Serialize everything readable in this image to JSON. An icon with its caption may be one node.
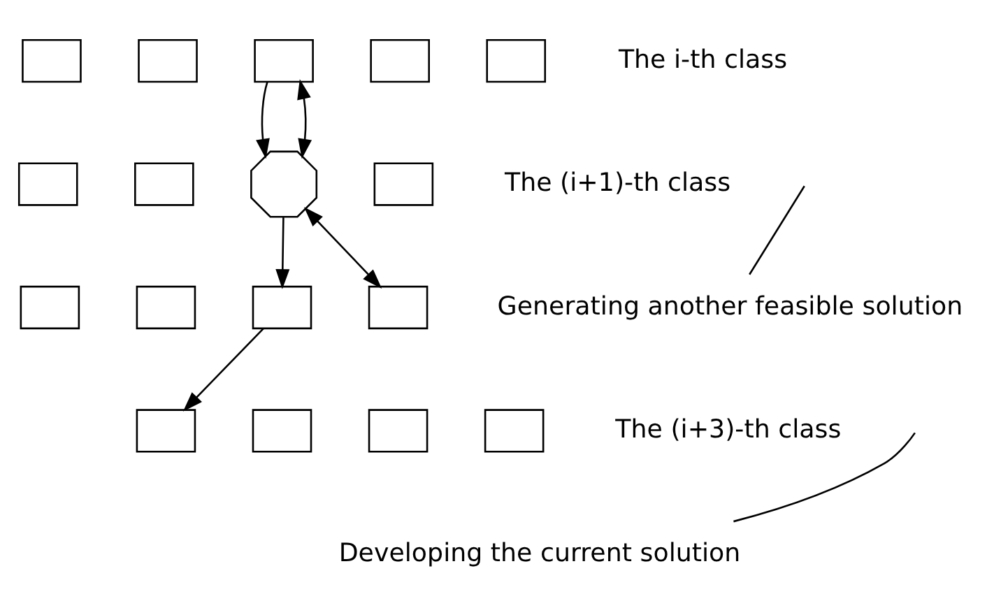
{
  "diagram": {
    "nodes": [
      {
        "text": [],
        "shape": "box"
      },
      {
        "text": [],
        "shape": "box"
      },
      {
        "text": [],
        "shape": "box"
      },
      {
        "text": [],
        "shape": "box"
      },
      {
        "text": [],
        "shape": "box"
      },
      {
        "text": [],
        "shape": "box"
      },
      {
        "text": [],
        "shape": "box"
      },
      {
        "text": [],
        "shape": "octagon"
      },
      {
        "text": [],
        "shape": "box"
      },
      {
        "text": [],
        "shape": "box"
      },
      {
        "text": [],
        "shape": "box"
      },
      {
        "text": [],
        "shape": "box"
      },
      {
        "text": [],
        "shape": "box"
      },
      {
        "text": [],
        "shape": "box"
      },
      {
        "text": [],
        "shape": "box"
      },
      {
        "text": [],
        "shape": "box"
      },
      {
        "text": [],
        "shape": "box"
      },
      {
        "text": [
          "Generating another feasible solution"
        ]
      },
      {
        "text": [
          "Developing the current solution"
        ]
      }
    ],
    "edges": [
      {
        "from": 2,
        "to": 7,
        "arrow": "to"
      },
      {
        "from": 2,
        "to": 7,
        "arrow": "both"
      },
      {
        "from": 7,
        "to": 11,
        "arrow": "to"
      },
      {
        "from": 7,
        "to": 12,
        "arrow": "both"
      },
      {
        "from": 11,
        "to": 13,
        "arrow": "to"
      },
      {
        "from": 17,
        "to": null,
        "arrow": "none"
      },
      {
        "from": 18,
        "to": null,
        "arrow": "none"
      }
    ],
    "labels": [
      "The i-th class",
      "The (i+1)-th class",
      "The (i+3)-th class"
    ]
  }
}
